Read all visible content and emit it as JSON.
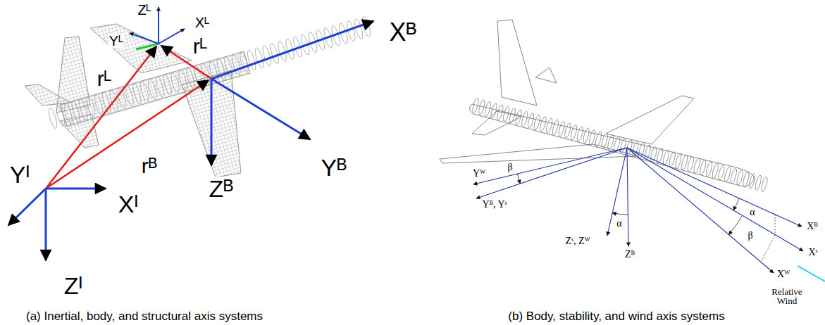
{
  "diagram": {
    "labels": [
      "Zᴸ",
      "Yᴸ",
      "Xᴸ",
      "rᴸ",
      "Xᴮ",
      "rᴸ",
      "rᴮ",
      "Yᴮ",
      "Zᴮ",
      "Yᴵ",
      "Xᴵ",
      "Zᴵ",
      "(a) Inertial, body, and structural axis systems",
      "Yᵂ",
      "β",
      "Yᴮ, Yˢ",
      "α",
      "Xᴮ",
      "Xˢ",
      "β",
      "Zˢ, Zᵂ",
      "α",
      "Zᴮ",
      "Xᵂ",
      "Relative Wind",
      "(b) Body, stability, and wind axis systems"
    ]
  }
}
